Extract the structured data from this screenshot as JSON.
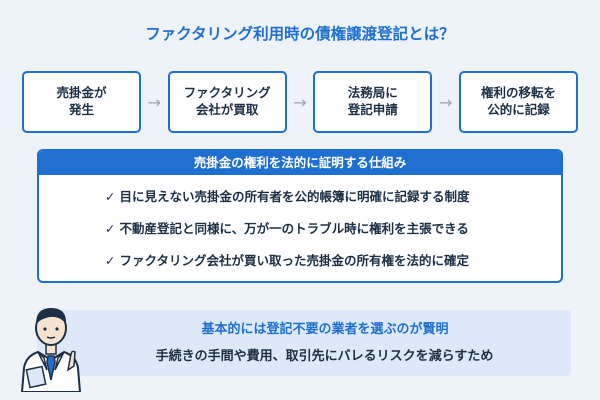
{
  "title": "ファクタリング利用時の債権譲渡登記とは？",
  "flow": {
    "steps": [
      {
        "label": "売掛金が\n発生"
      },
      {
        "label": "ファクタリング\n会社が買取"
      },
      {
        "label": "法務局に\n登記申請"
      },
      {
        "label": "権利の移転を\n公的に記録"
      }
    ],
    "arrow_glyph": "→"
  },
  "mechanism": {
    "heading": "売掛金の権利を法的に証明する仕組み",
    "check_glyph": "✓",
    "items": [
      "目に見えない売掛金の所有者を公的帳簿に明確に記録する制度",
      "不動産登記と同様に、万が一のトラブル時に権利を主張できる",
      "ファクタリング会社が買い取った売掛金の所有権を法的に確定"
    ]
  },
  "tip": {
    "line1": "基本的には登記不要の業者を選ぶのが賢明",
    "line2": "手続きの手間や費用、取引先にバレるリスクを減らすため"
  },
  "colors": {
    "accent": "#1f6fd1",
    "text": "#1c2f45",
    "background": "#eef3fa",
    "tip_background": "#dde9f8",
    "arrow": "#9aa3ad"
  },
  "icons": {
    "arrow": "right-arrow-icon",
    "check": "check-icon",
    "illustration": "businessman-illustration"
  }
}
